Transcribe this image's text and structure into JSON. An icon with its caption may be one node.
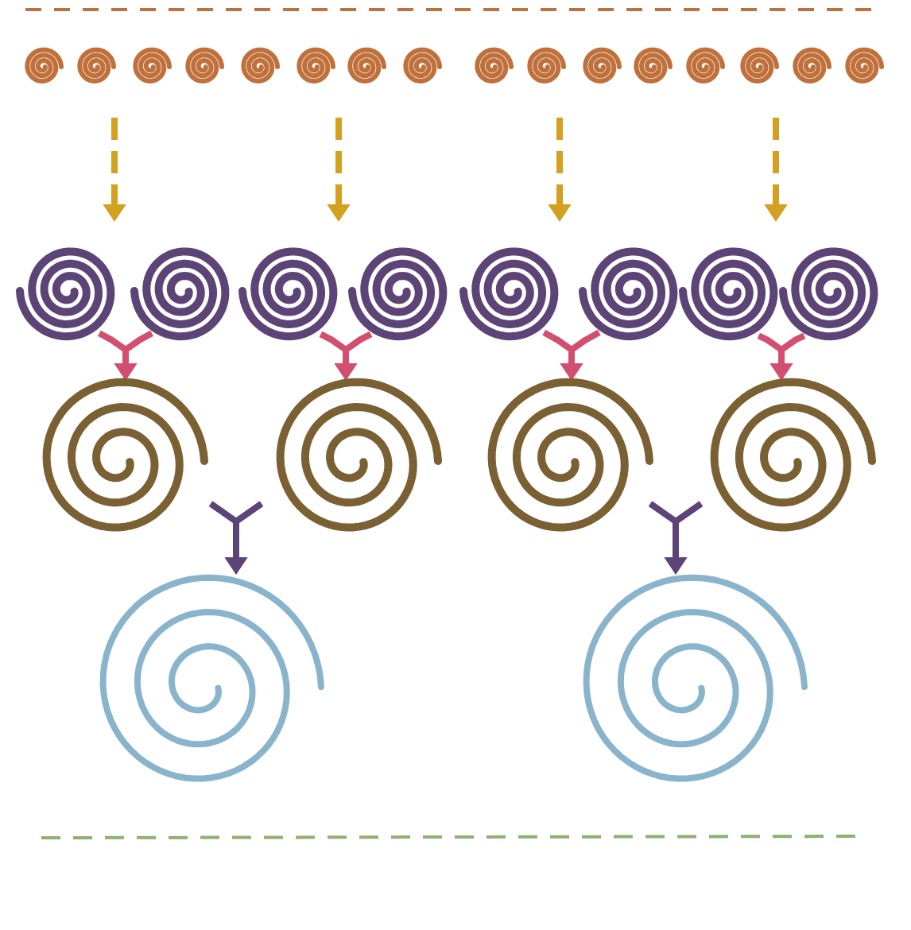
{
  "diagram": {
    "nodes": [
      {
        "text": [],
        "shape": "spiral"
      },
      {
        "text": [],
        "shape": "spiral"
      },
      {
        "text": [],
        "shape": "spiral"
      },
      {
        "text": [],
        "shape": "spiral"
      },
      {
        "text": [],
        "shape": "spiral"
      },
      {
        "text": [],
        "shape": "spiral"
      },
      {
        "text": [],
        "shape": "spiral"
      },
      {
        "text": [],
        "shape": "spiral"
      },
      {
        "text": [],
        "shape": "spiral"
      },
      {
        "text": [],
        "shape": "spiral"
      },
      {
        "text": [],
        "shape": "spiral"
      },
      {
        "text": [],
        "shape": "spiral"
      },
      {
        "text": [],
        "shape": "spiral"
      },
      {
        "text": [],
        "shape": "spiral"
      },
      {
        "text": [],
        "shape": "spiral"
      },
      {
        "text": [],
        "shape": "spiral"
      },
      {
        "text": [],
        "shape": "spiral"
      },
      {
        "text": [],
        "shape": "spiral"
      },
      {
        "text": [],
        "shape": "spiral"
      },
      {
        "text": [],
        "shape": "spiral"
      },
      {
        "text": [],
        "shape": "spiral"
      },
      {
        "text": [],
        "shape": "spiral"
      },
      {
        "text": [],
        "shape": "spiral"
      },
      {
        "text": [],
        "shape": "spiral"
      },
      {
        "text": [],
        "shape": "spiral"
      },
      {
        "text": [],
        "shape": "spiral"
      },
      {
        "text": [],
        "shape": "spiral"
      },
      {
        "text": [],
        "shape": "spiral"
      },
      {
        "text": [],
        "shape": "spiral"
      },
      {
        "text": [],
        "shape": "spiral"
      }
    ],
    "edges": [
      {
        "from": null,
        "to": 16,
        "arrow": "to",
        "style": "dashed",
        "color": "#d4a020"
      },
      {
        "from": null,
        "to": 17,
        "arrow": "to",
        "style": "dashed",
        "color": "#d4a020"
      },
      {
        "from": null,
        "to": 18,
        "arrow": "to",
        "style": "dashed",
        "color": "#d4a020"
      },
      {
        "from": null,
        "to": 19,
        "arrow": "to",
        "style": "dashed",
        "color": "#d4a020"
      },
      {
        "from": null,
        "to": 20,
        "arrow": "to",
        "style": "dashed",
        "color": "#d4a020"
      },
      {
        "from": null,
        "to": 21,
        "arrow": "to",
        "style": "dashed",
        "color": "#d4a020"
      },
      {
        "from": null,
        "to": 22,
        "arrow": "to",
        "style": "dashed",
        "color": "#d4a020"
      },
      {
        "from": null,
        "to": 23,
        "arrow": "to",
        "style": "dashed",
        "color": "#d4a020"
      },
      {
        "from": 16,
        "to": 24,
        "arrow": "to",
        "color": "#d24f70"
      },
      {
        "from": 17,
        "to": 24,
        "arrow": "to",
        "color": "#d24f70"
      },
      {
        "from": 18,
        "to": 25,
        "arrow": "to",
        "color": "#d24f70"
      },
      {
        "from": 19,
        "to": 25,
        "arrow": "to",
        "color": "#d24f70"
      },
      {
        "from": 20,
        "to": 26,
        "arrow": "to",
        "color": "#d24f70"
      },
      {
        "from": 21,
        "to": 26,
        "arrow": "to",
        "color": "#d24f70"
      },
      {
        "from": 22,
        "to": 27,
        "arrow": "to",
        "color": "#d24f70"
      },
      {
        "from": 23,
        "to": 27,
        "arrow": "to",
        "color": "#d24f70"
      },
      {
        "from": 24,
        "to": 28,
        "arrow": "to",
        "color": "#5c4476"
      },
      {
        "from": 25,
        "to": 28,
        "arrow": "to",
        "color": "#5c4476"
      },
      {
        "from": 26,
        "to": 29,
        "arrow": "to",
        "color": "#5c4476"
      },
      {
        "from": 27,
        "to": 29,
        "arrow": "to",
        "color": "#5c4476"
      }
    ]
  }
}
